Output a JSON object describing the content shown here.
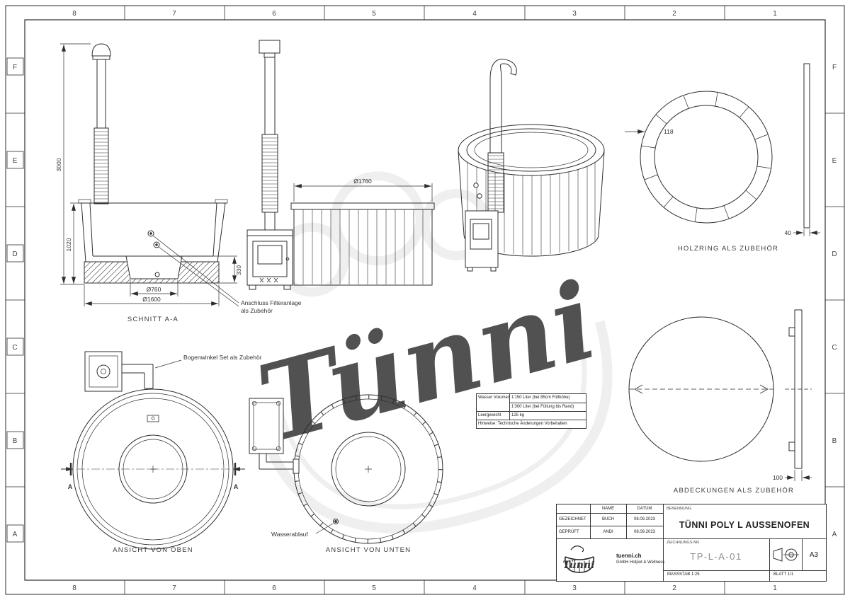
{
  "sheet": {
    "cols": [
      "8",
      "7",
      "6",
      "5",
      "4",
      "3",
      "2",
      "1"
    ],
    "rows": [
      "F",
      "E",
      "D",
      "C",
      "B",
      "A"
    ]
  },
  "watermark": "Tünni",
  "views": {
    "schnitt": {
      "label": "SCHNITT A-A",
      "dim_chimney_height": "3000",
      "dim_tub_height": "1020",
      "dim_seat": "330",
      "dim_footwell": "Ø760",
      "dim_base": "Ø1600"
    },
    "seite": {
      "dim_diameter": "Ø1760"
    },
    "holzring": {
      "label": "HOLZRING ALS ZUBEHÖR",
      "dim_width": "118",
      "dim_thickness": "40"
    },
    "oben": {
      "label": "ANSICHT VON OBEN",
      "section_marker": "A"
    },
    "unten": {
      "label": "ANSICHT VON UNTEN"
    },
    "abdeckung": {
      "label": "ABDECKUNGEN ALS ZUBEHÖR",
      "dim_thickness": "100"
    }
  },
  "annotations": {
    "filter_line1": "Anschluss Filteranlage",
    "filter_line2": "als Zubehör",
    "bogenwinkel": "Bogenwinkel Set als Zubehör",
    "wasserablauf": "Wasserablauf"
  },
  "spec_table": {
    "water_label": "Wasser Volumen",
    "water_value1": "1'150 Liter (bei 85cm Füllhöhe)",
    "water_value2": "1'300 Liter (bei Füllung bis Rand)",
    "weight_label": "Leergewicht",
    "weight_value": "125 kg",
    "note": "Hinweise: Technische Änderungen Vorbehalten"
  },
  "title_block": {
    "name_header": "NAME",
    "date_header": "DATUM",
    "benennung_label": "BENENNUNG",
    "drawn_label": "GEZEICHNET",
    "drawn_name": "BUCH",
    "drawn_date": "08.09.2023",
    "checked_label": "GEPRÜFT",
    "checked_name": "ANDI",
    "checked_date": "08.09.2023",
    "title": "TÜNNI POLY L AUSSENOFEN",
    "drawing_no_label": "ZEICHNUNGS-NR",
    "drawing_no": "TP-L-A-01",
    "format": "A3",
    "logo_text": "Tünni",
    "company_site": "tuenni.ch",
    "company_sub": "GmbH Hotpot & Wellness",
    "scale": "MASSSTAB 1:25",
    "sheet_no": "BLATT 1/1"
  }
}
